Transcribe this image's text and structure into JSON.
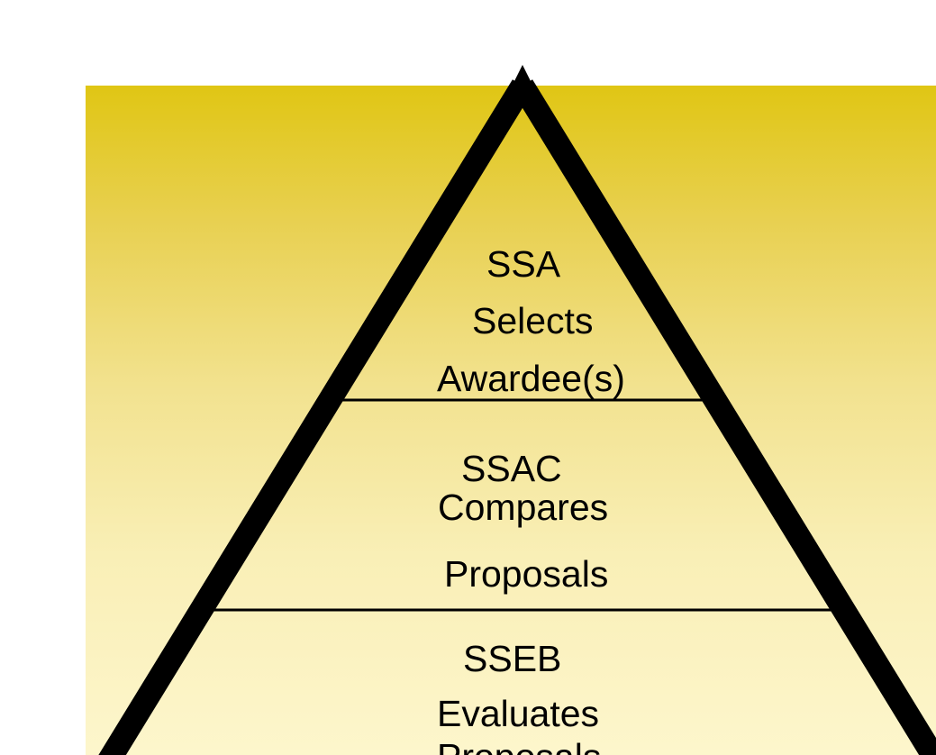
{
  "tiers": [
    {
      "role": "SSA",
      "lines": [
        "Selects",
        "Awardee(s)"
      ]
    },
    {
      "role": "SSAC",
      "lines": [
        "Compares",
        "Proposals"
      ]
    },
    {
      "role": "SSEB",
      "lines": [
        "Evaluates",
        "Proposals"
      ]
    }
  ],
  "colors": {
    "panel_top": "#e0c614",
    "panel_bottom": "#fdf6cc",
    "outline": "#000000"
  }
}
